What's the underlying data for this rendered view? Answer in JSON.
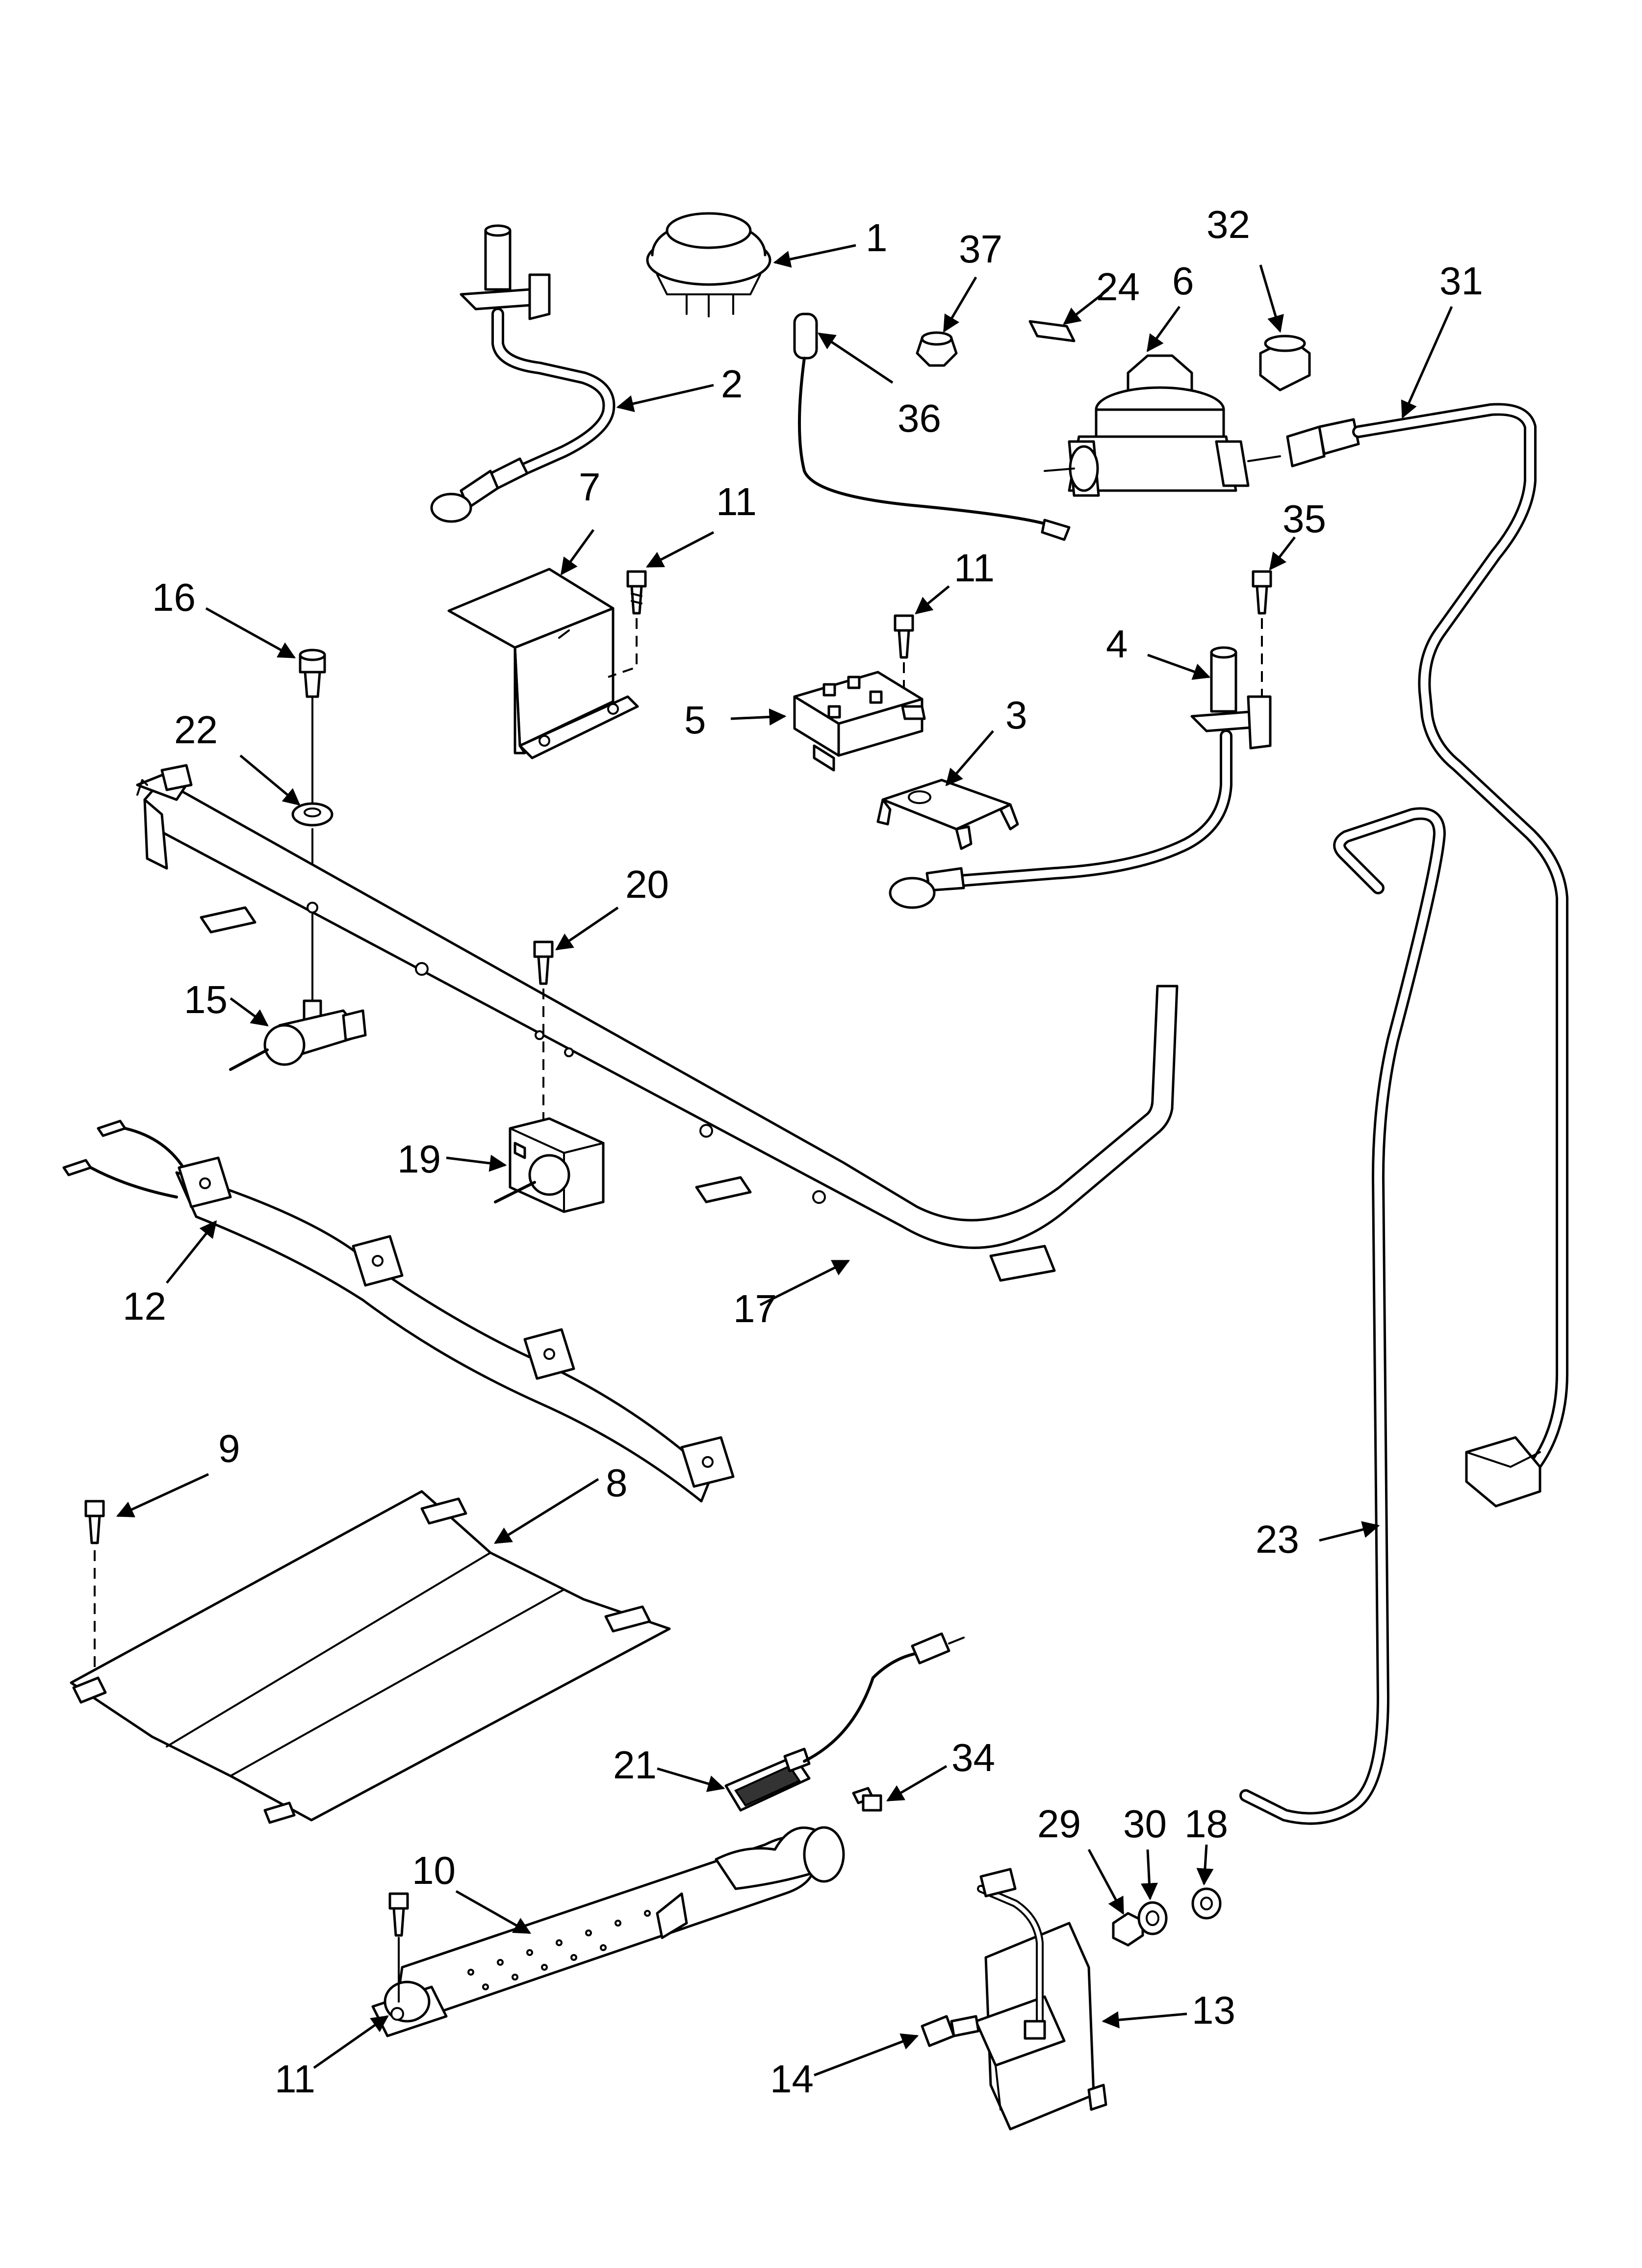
{
  "diagram": {
    "callouts": [
      {
        "id": "c1",
        "text": "1"
      },
      {
        "id": "c2",
        "text": "2"
      },
      {
        "id": "c3",
        "text": "3"
      },
      {
        "id": "c4",
        "text": "4"
      },
      {
        "id": "c5",
        "text": "5"
      },
      {
        "id": "c6",
        "text": "6"
      },
      {
        "id": "c7",
        "text": "7"
      },
      {
        "id": "c8",
        "text": "8"
      },
      {
        "id": "c9",
        "text": "9"
      },
      {
        "id": "c10",
        "text": "10"
      },
      {
        "id": "c11a",
        "text": "11"
      },
      {
        "id": "c11b",
        "text": "11"
      },
      {
        "id": "c11c",
        "text": "11"
      },
      {
        "id": "c12",
        "text": "12"
      },
      {
        "id": "c13",
        "text": "13"
      },
      {
        "id": "c14",
        "text": "14"
      },
      {
        "id": "c15",
        "text": "15"
      },
      {
        "id": "c16",
        "text": "16"
      },
      {
        "id": "c17",
        "text": "17"
      },
      {
        "id": "c18",
        "text": "18"
      },
      {
        "id": "c19",
        "text": "19"
      },
      {
        "id": "c20",
        "text": "20"
      },
      {
        "id": "c21",
        "text": "21"
      },
      {
        "id": "c22",
        "text": "22"
      },
      {
        "id": "c23",
        "text": "23"
      },
      {
        "id": "c24",
        "text": "24"
      },
      {
        "id": "c29",
        "text": "29"
      },
      {
        "id": "c30",
        "text": "30"
      },
      {
        "id": "c31",
        "text": "31"
      },
      {
        "id": "c32",
        "text": "32"
      },
      {
        "id": "c34",
        "text": "34"
      },
      {
        "id": "c35",
        "text": "35"
      },
      {
        "id": "c36",
        "text": "36"
      },
      {
        "id": "c37",
        "text": "37"
      }
    ]
  }
}
